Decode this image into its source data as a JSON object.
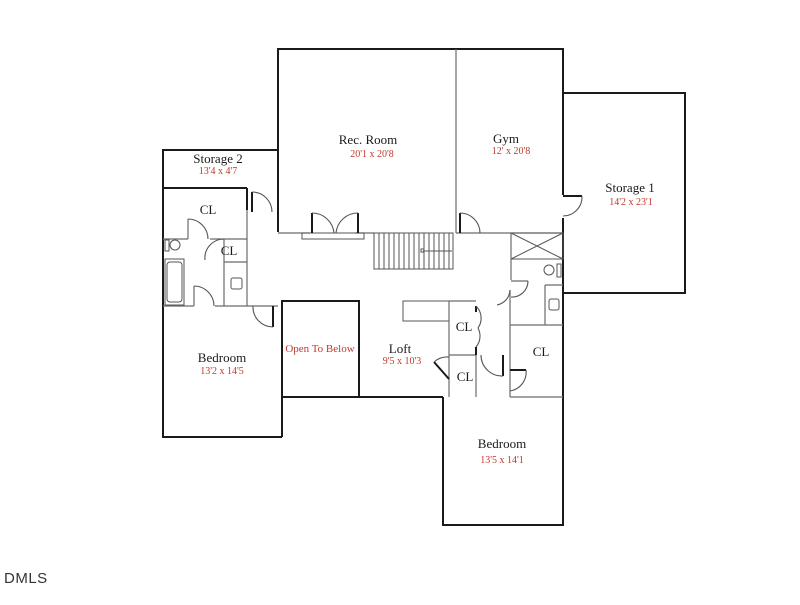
{
  "floor_plan": {
    "rooms": [
      {
        "id": "rec_room",
        "name": "Rec. Room",
        "dimensions": "20'1 x 20'8"
      },
      {
        "id": "gym",
        "name": "Gym",
        "dimensions": "12' x 20'8"
      },
      {
        "id": "storage_1",
        "name": "Storage 1",
        "dimensions": "14'2 x 23'1"
      },
      {
        "id": "storage_2",
        "name": "Storage 2",
        "dimensions": "13'4 x 4'7"
      },
      {
        "id": "bedroom_left",
        "name": "Bedroom",
        "dimensions": "13'2 x 14'5"
      },
      {
        "id": "open_to_below",
        "name": "Open To Below",
        "dimensions": ""
      },
      {
        "id": "loft",
        "name": "Loft",
        "dimensions": "9'5 x 10'3"
      },
      {
        "id": "bedroom_right",
        "name": "Bedroom",
        "dimensions": "13'5 x 14'1"
      }
    ],
    "closets": [
      {
        "id": "cl_1",
        "label": "CL"
      },
      {
        "id": "cl_2",
        "label": "CL"
      },
      {
        "id": "cl_3",
        "label": "CL"
      },
      {
        "id": "cl_4",
        "label": "CL"
      },
      {
        "id": "cl_5",
        "label": "CL"
      }
    ],
    "colors": {
      "wall": "#1a1a1a",
      "room_label": "#1a1a1a",
      "dimension_label": "#c0392b",
      "background": "#ffffff"
    }
  },
  "watermark": "DMLS"
}
